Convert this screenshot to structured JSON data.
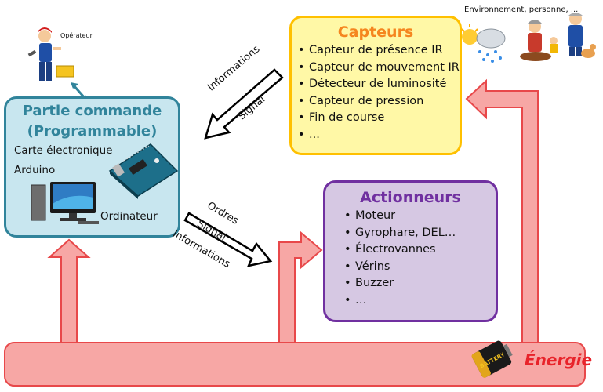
{
  "operator": {
    "label": "Opérateur"
  },
  "environment": {
    "label": "Environnement, personne, ..."
  },
  "commande": {
    "title_line1": "Partie commande",
    "title_line2": "(Programmable)",
    "board_label_1": "Carte électronique",
    "board_label_2": "Arduino",
    "computer_label": "Ordinateur"
  },
  "capteurs": {
    "title": "Capteurs",
    "items": [
      "Capteur de présence IR",
      "Capteur de mouvement IR",
      "Détecteur de luminosité",
      "Capteur de pression",
      "Fin de course",
      "..."
    ]
  },
  "actionneurs": {
    "title": "Actionneurs",
    "items": [
      "Moteur",
      "Gyrophare, DEL…",
      "Électrovannes",
      "Vérins",
      "Buzzer",
      "…"
    ]
  },
  "arrow_in": {
    "line1": "Informations",
    "line2": "Signal"
  },
  "arrow_out": {
    "line1": "Ordres",
    "line2": "Signal",
    "line3": "Informations"
  },
  "energie": {
    "label": "Énergie",
    "battery_text": "BATTERY"
  },
  "colors": {
    "energy_fill": "#f7a7a5",
    "energy_stroke": "#e8484a",
    "capteurs_fill": "#fff8a6",
    "capteurs_stroke": "#ffc000",
    "capteurs_title": "#f5861f",
    "actionneurs_fill": "#d6c8e3",
    "actionneurs_stroke": "#7030a0",
    "commande_fill": "#c8e6ef",
    "commande_stroke": "#31849b",
    "energie_text": "#e8232a"
  }
}
